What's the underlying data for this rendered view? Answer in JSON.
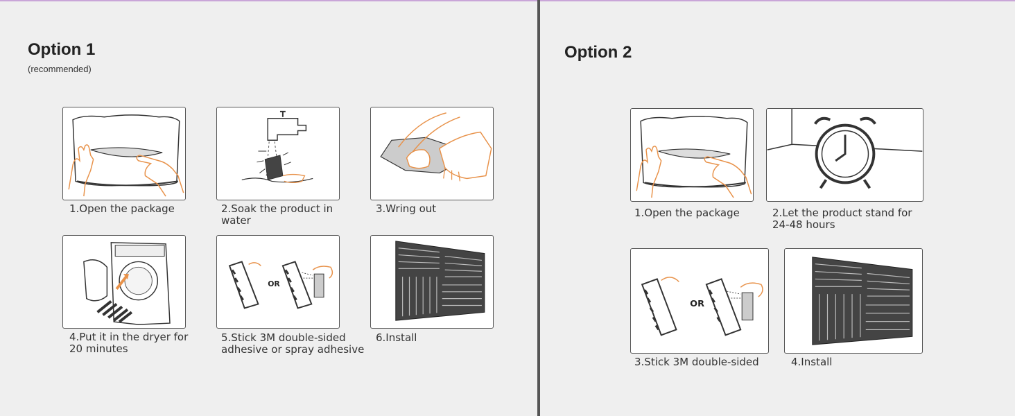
{
  "option1": {
    "title": "Option 1",
    "subtitle": "(recommended)",
    "steps": [
      {
        "caption": "1.Open the package",
        "icon": "package-open-icon"
      },
      {
        "caption": "2.Soak the product in water",
        "icon": "faucet-water-icon"
      },
      {
        "caption": "3.Wring out",
        "icon": "hands-wring-icon"
      },
      {
        "caption": "4.Put it in the dryer for 20 minutes",
        "icon": "dryer-icon"
      },
      {
        "caption": "5.Stick 3M double-sided adhesive or spray adhesive",
        "icon": "adhesive-spray-icon"
      },
      {
        "caption": "6.Install",
        "icon": "acoustic-panel-wall-icon"
      }
    ]
  },
  "option2": {
    "title": "Option 2",
    "steps": [
      {
        "caption": "1.Open the package",
        "icon": "package-open-icon"
      },
      {
        "caption": "2.Let the product stand for 24-48 hours",
        "icon": "alarm-clock-icon"
      },
      {
        "caption": "3.Stick 3M double-sided",
        "icon": "adhesive-spray-icon"
      },
      {
        "caption": "4.Install",
        "icon": "acoustic-panel-wall-icon"
      }
    ]
  },
  "or_label": "OR",
  "colors": {
    "background": "#efefef",
    "divider": "#555555",
    "skin_stroke": "#e8924a",
    "foam": "#333333"
  }
}
